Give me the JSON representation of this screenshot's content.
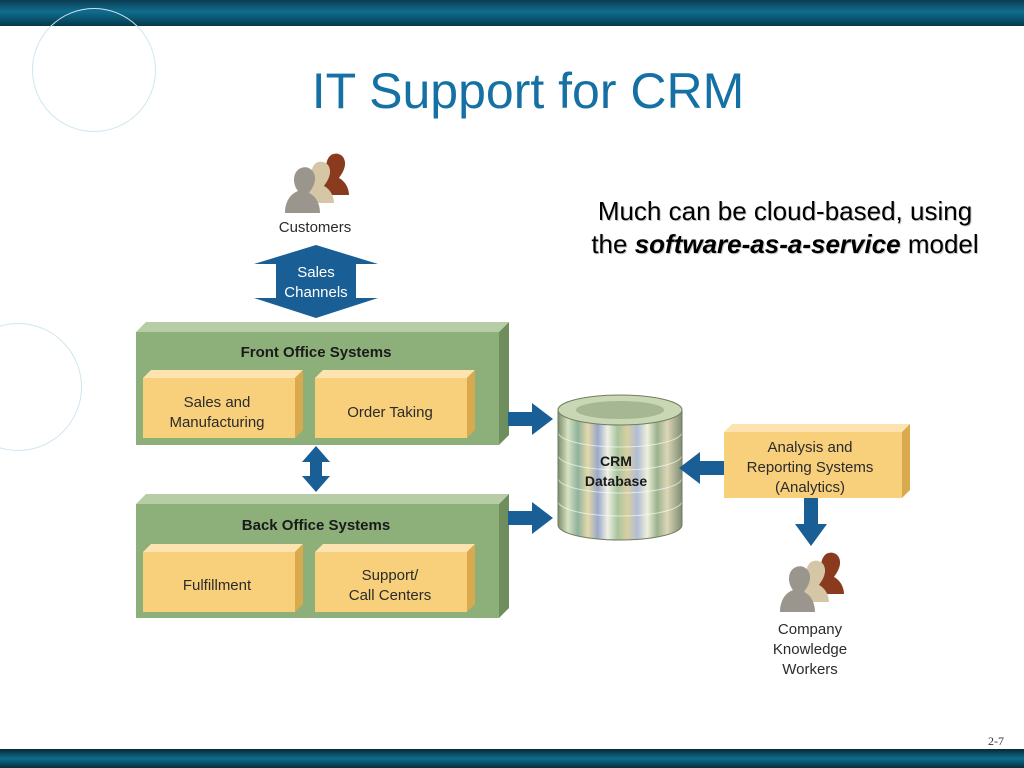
{
  "slide": {
    "title": "IT Support for CRM",
    "note_line1": "Much can be cloud-based, using",
    "note_line2_pre": "the ",
    "note_line2_em": "software-as-a-service",
    "note_line2_post": " model",
    "page_number": "2-7"
  },
  "diagram": {
    "customers": "Customers",
    "sales_channels": [
      "Sales",
      "Channels"
    ],
    "front_office": {
      "title": "Front Office Systems",
      "box1": [
        "Sales and",
        "Manufacturing"
      ],
      "box2": [
        "Order Taking"
      ]
    },
    "back_office": {
      "title": "Back Office Systems",
      "box1": [
        "Fulfillment"
      ],
      "box2": [
        "Support/",
        "Call Centers"
      ]
    },
    "database": [
      "CRM",
      "Database"
    ],
    "analysis": [
      "Analysis and",
      "Reporting Systems",
      "(Analytics)"
    ],
    "workers": [
      "Company",
      "Knowledge",
      "Workers"
    ]
  },
  "colors": {
    "title": "#1571a4",
    "arrow": "#1a5e96",
    "green_panel": "#8db07a",
    "orange_box": "#f8cf7a"
  }
}
